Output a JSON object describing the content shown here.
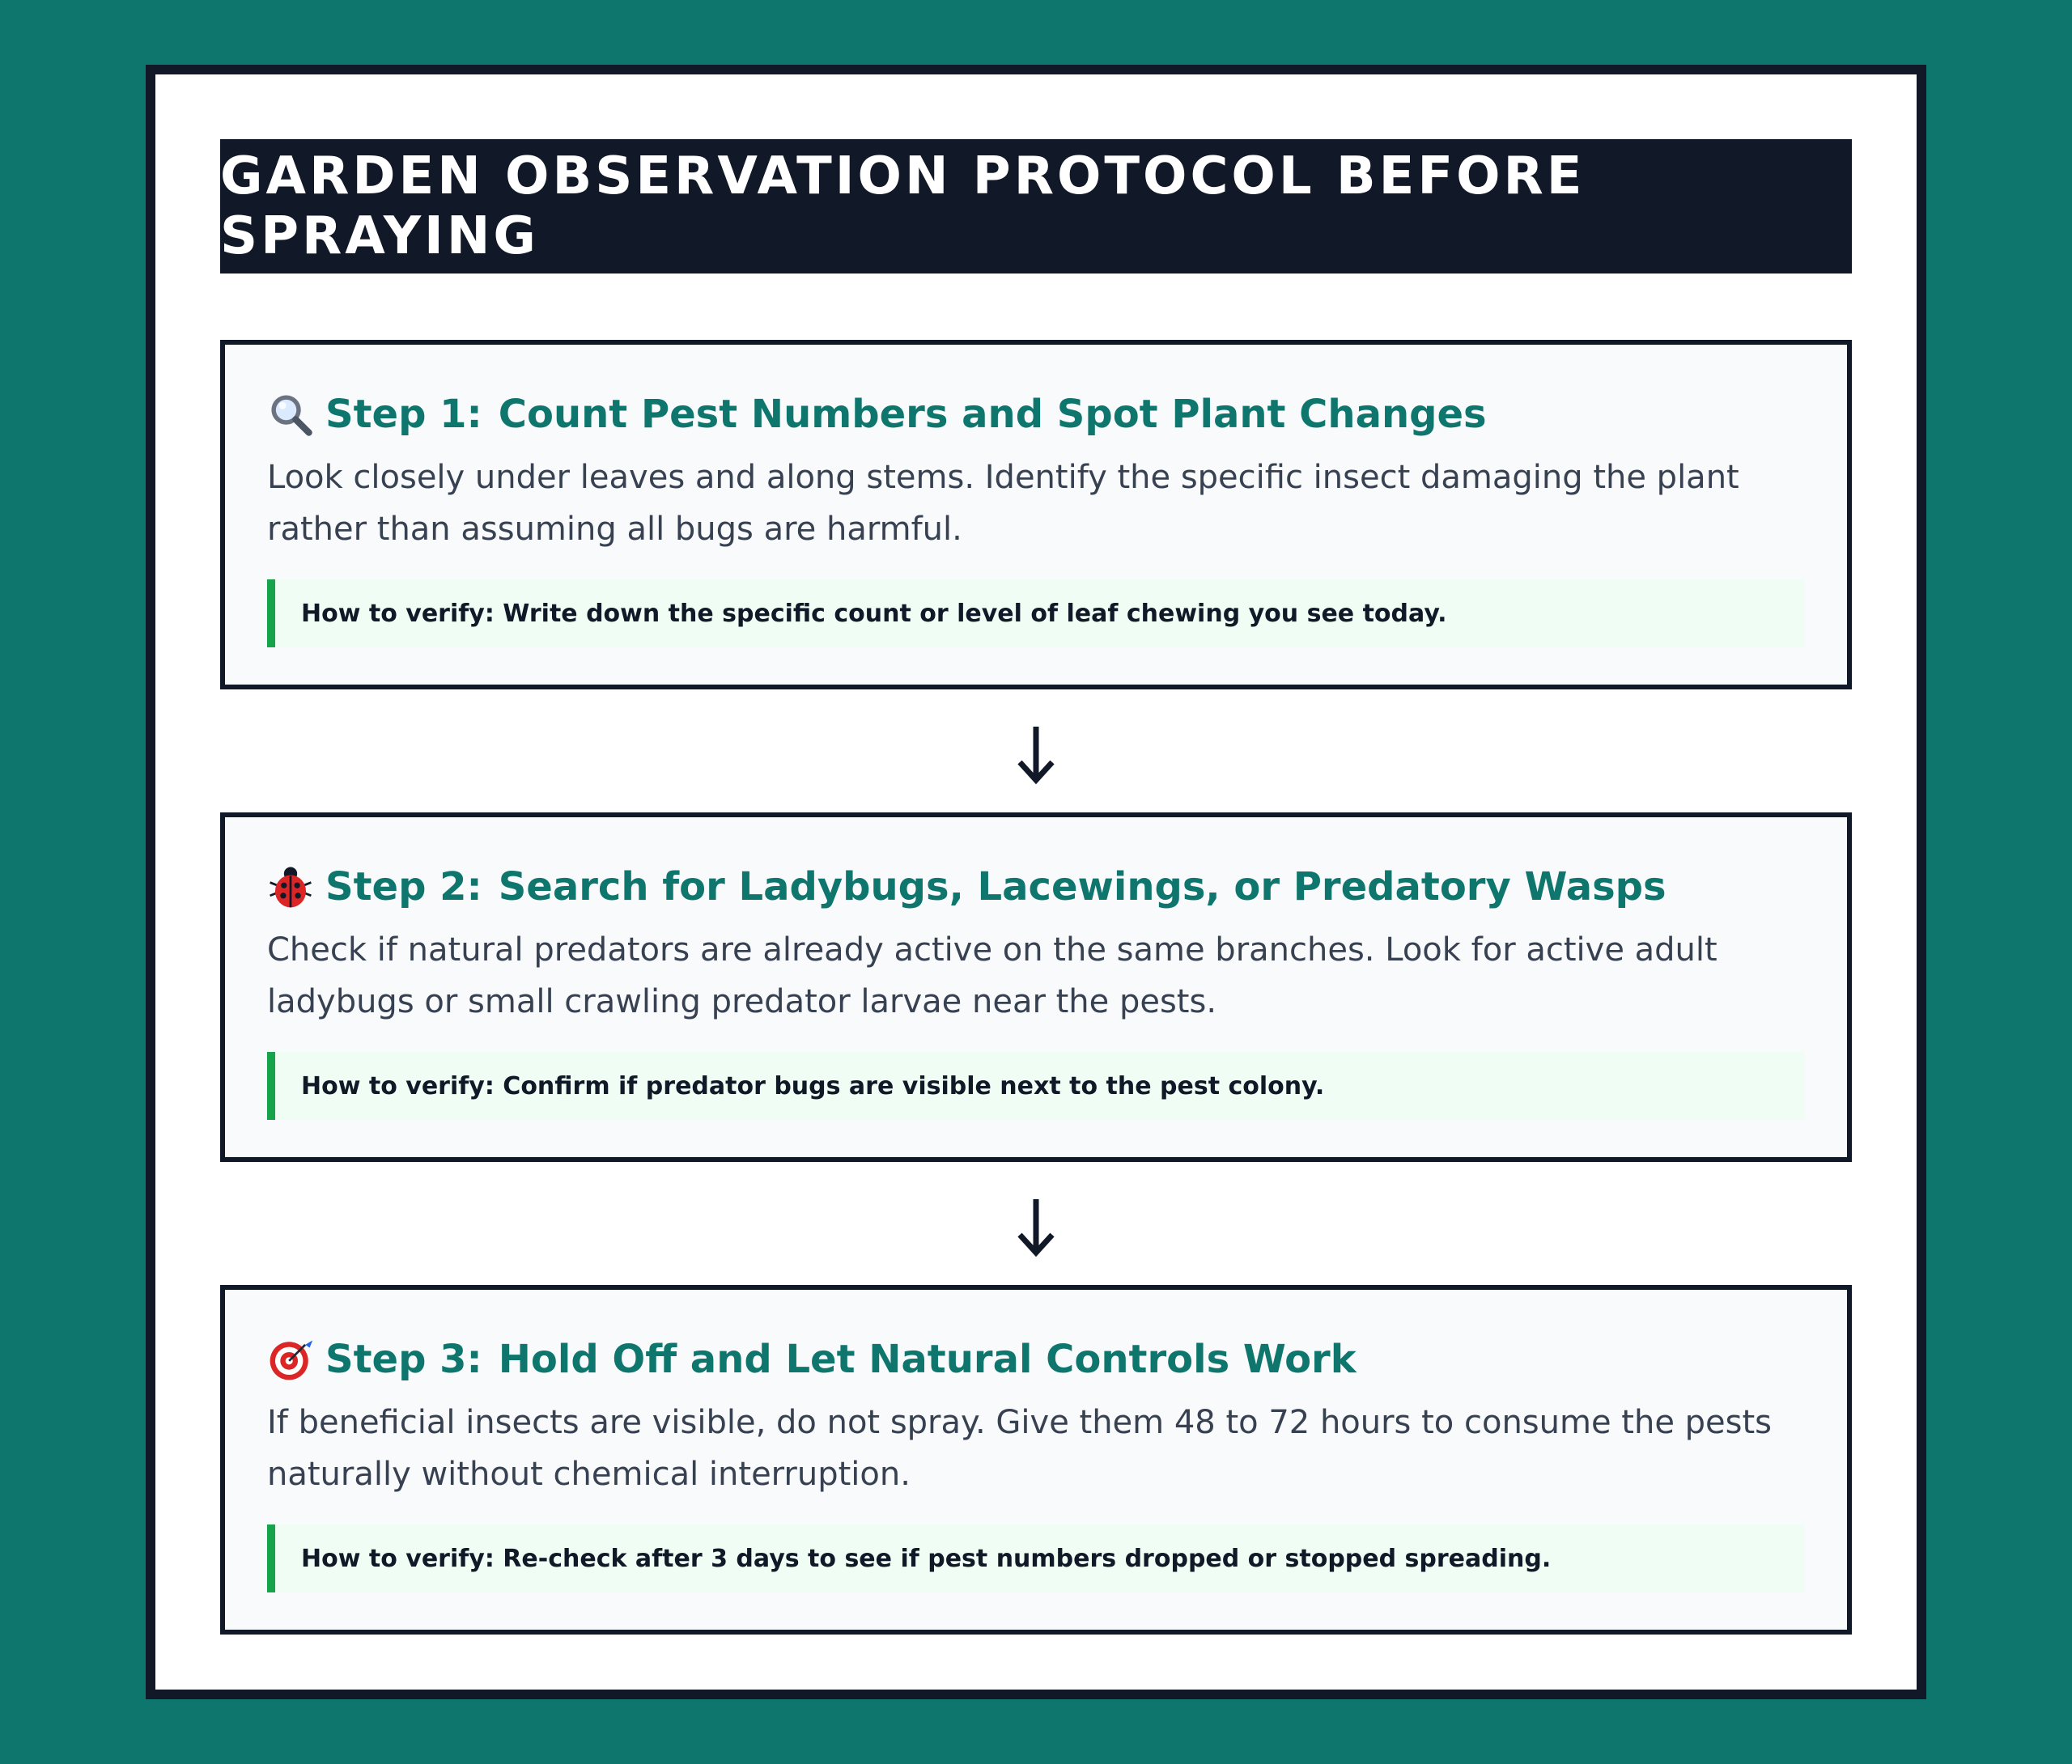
{
  "title": "GARDEN OBSERVATION PROTOCOL BEFORE SPRAYING",
  "steps": [
    {
      "icon": "magnifying-glass-icon",
      "number": "Step 1:",
      "heading": "Count Pest Numbers and Spot Plant Changes",
      "description": "Look closely under leaves and along stems. Identify the specific insect damaging the plant rather than assuming all bugs are harmful.",
      "verify": "How to verify: Write down the specific count or level of leaf chewing you see today."
    },
    {
      "icon": "ladybug-icon",
      "number": "Step 2:",
      "heading": "Search for Ladybugs, Lacewings, or Predatory Wasps",
      "description": "Check if natural predators are already active on the same branches. Look for active adult ladybugs or small crawling predator larvae near the pests.",
      "verify": "How to verify: Confirm if predator bugs are visible next to the pest colony."
    },
    {
      "icon": "target-icon",
      "number": "Step 3:",
      "heading": "Hold Off and Let Natural Controls Work",
      "description": "If beneficial insects are visible, do not spray. Give them 48 to 72 hours to consume the pests naturally without chemical interruption.",
      "verify": "How to verify: Re-check after 3 days to see if pest numbers dropped or stopped spreading."
    }
  ],
  "arrows": [
    "down-arrow-icon",
    "down-arrow-icon"
  ],
  "colors": {
    "background": "#0f766e",
    "card": "#ffffff",
    "dark": "#111827",
    "heading": "#0f766e",
    "verify_accent": "#16a34a",
    "verify_bg": "#f0fdf4"
  }
}
